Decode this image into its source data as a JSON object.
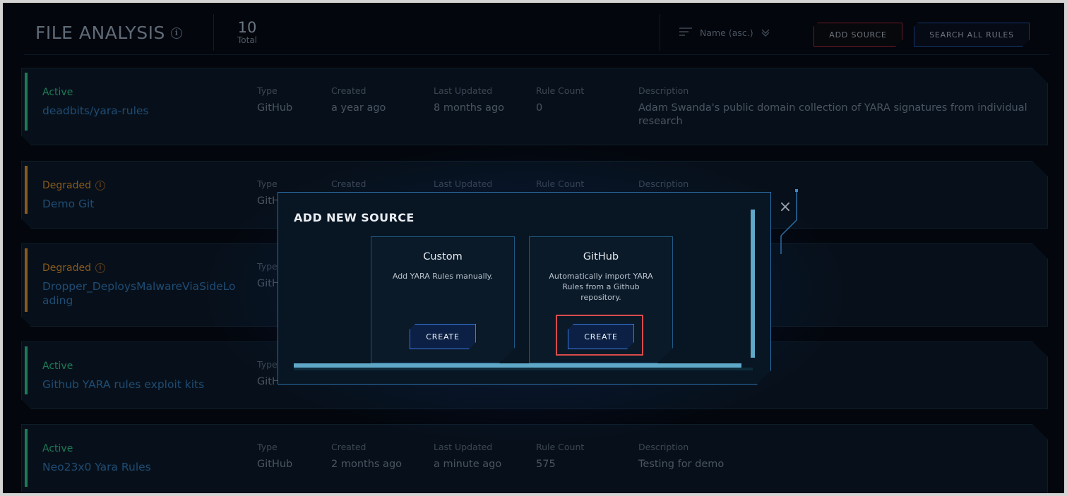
{
  "header": {
    "title": "FILE ANALYSIS",
    "total_count": "10",
    "total_label": "Total",
    "sort_label": "Name (asc.)",
    "add_source_label": "ADD SOURCE",
    "search_all_rules_label": "SEARCH ALL RULES"
  },
  "columns": {
    "type": "Type",
    "created": "Created",
    "last_updated": "Last Updated",
    "rule_count": "Rule Count",
    "description": "Description"
  },
  "rows": [
    {
      "status": "Active",
      "name": "deadbits/yara-rules",
      "type": "GitHub",
      "created": "a year ago",
      "last_updated": "8 months ago",
      "rule_count": "0",
      "description": "Adam Swanda's public domain collection of YARA signatures from individual research"
    },
    {
      "status": "Degraded",
      "name": "Demo Git",
      "type": "GitH"
    },
    {
      "status": "Degraded",
      "name": "Dropper_DeploysMalwareViaSideLoading",
      "type": "GitH"
    },
    {
      "status": "Active",
      "name": "Github YARA rules exploit kits",
      "type": "GitH"
    },
    {
      "status": "Active",
      "name": "Neo23x0 Yara Rules",
      "type": "GitHub",
      "created": "2 months ago",
      "last_updated": "a minute ago",
      "rule_count": "575",
      "description": "Testing for demo"
    }
  ],
  "modal": {
    "title": "ADD NEW SOURCE",
    "close_icon": "×",
    "cards": [
      {
        "title": "Custom",
        "description": "Add YARA Rules manually.",
        "button": "CREATE"
      },
      {
        "title": "GitHub",
        "description": "Automatically import YARA Rules from a Github repository.",
        "button": "CREATE"
      }
    ]
  },
  "colors": {
    "active": "#1f7a57",
    "degraded": "#8a5a1c",
    "accent_blue": "#3a7ae0",
    "accent_red": "#d94c4c"
  }
}
